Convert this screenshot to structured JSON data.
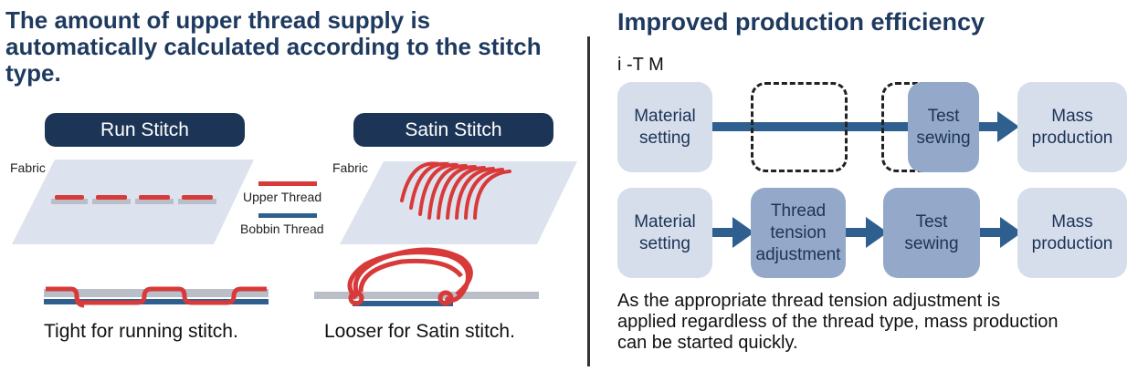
{
  "left": {
    "heading_lines": [
      "The amount of upper thread supply is",
      "automatically calculated according to the stitch",
      "type."
    ],
    "run_stitch_label": "Run Stitch",
    "satin_stitch_label": "Satin Stitch",
    "fabric_label_1": "Fabric",
    "fabric_label_2": "Fabric",
    "upper_thread_label": "Upper Thread",
    "bobbin_thread_label": "Bobbin Thread",
    "run_caption": "Tight for running stitch.",
    "satin_caption": "Looser for Satin stitch.",
    "colors": {
      "upper": "#d83a3a",
      "bobbin": "#2f5f8f",
      "fabric": "#dde3ee",
      "pill": "#1c3456"
    }
  },
  "right": {
    "heading": "Improved production efficiency",
    "row_label": "i -T M",
    "row1": [
      {
        "line1": "Material",
        "line2": "setting"
      },
      {
        "line1": "Test",
        "line2": "sewing"
      },
      {
        "line1": "Mass",
        "line2": "production"
      }
    ],
    "row2": [
      {
        "line1": "Material",
        "line2": "setting"
      },
      {
        "line1": "Thread",
        "line2": "tension",
        "line3": "adjustment"
      },
      {
        "line1": "Test",
        "line2": "sewing"
      },
      {
        "line1": "Mass",
        "line2": "production"
      }
    ],
    "body_lines": [
      "As the appropriate thread tension adjustment is",
      "applied regardless of the thread type, mass production",
      "can be started quickly."
    ],
    "colors": {
      "box_light": "#d6deec",
      "box_dark": "#94a9c9",
      "arrow": "#2f5f8f"
    }
  }
}
